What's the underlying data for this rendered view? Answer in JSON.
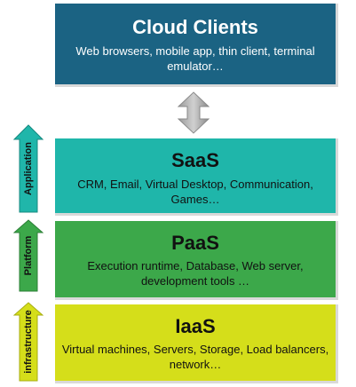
{
  "layers": {
    "cloud_clients": {
      "title": "Cloud Clients",
      "description": "Web browsers, mobile app, thin client, terminal emulator…",
      "color": "#1b6383"
    },
    "saas": {
      "title": "SaaS",
      "description": "CRM, Email, Virtual Desktop, Communication, Games…",
      "color": "#1fb6aa"
    },
    "paas": {
      "title": "PaaS",
      "description": "Execution runtime, Database, Web server, development tools …",
      "color": "#3ca84a"
    },
    "iaas": {
      "title": "IaaS",
      "description": "Virtual machines, Servers, Storage, Load balancers, network…",
      "color": "#d5de1a"
    }
  },
  "side_labels": {
    "application": "Application",
    "platform": "Platform",
    "infrastructure": "infrastructure"
  },
  "icons": {
    "connector": "double-vertical-arrow-icon",
    "side": "up-arrow-icon"
  }
}
